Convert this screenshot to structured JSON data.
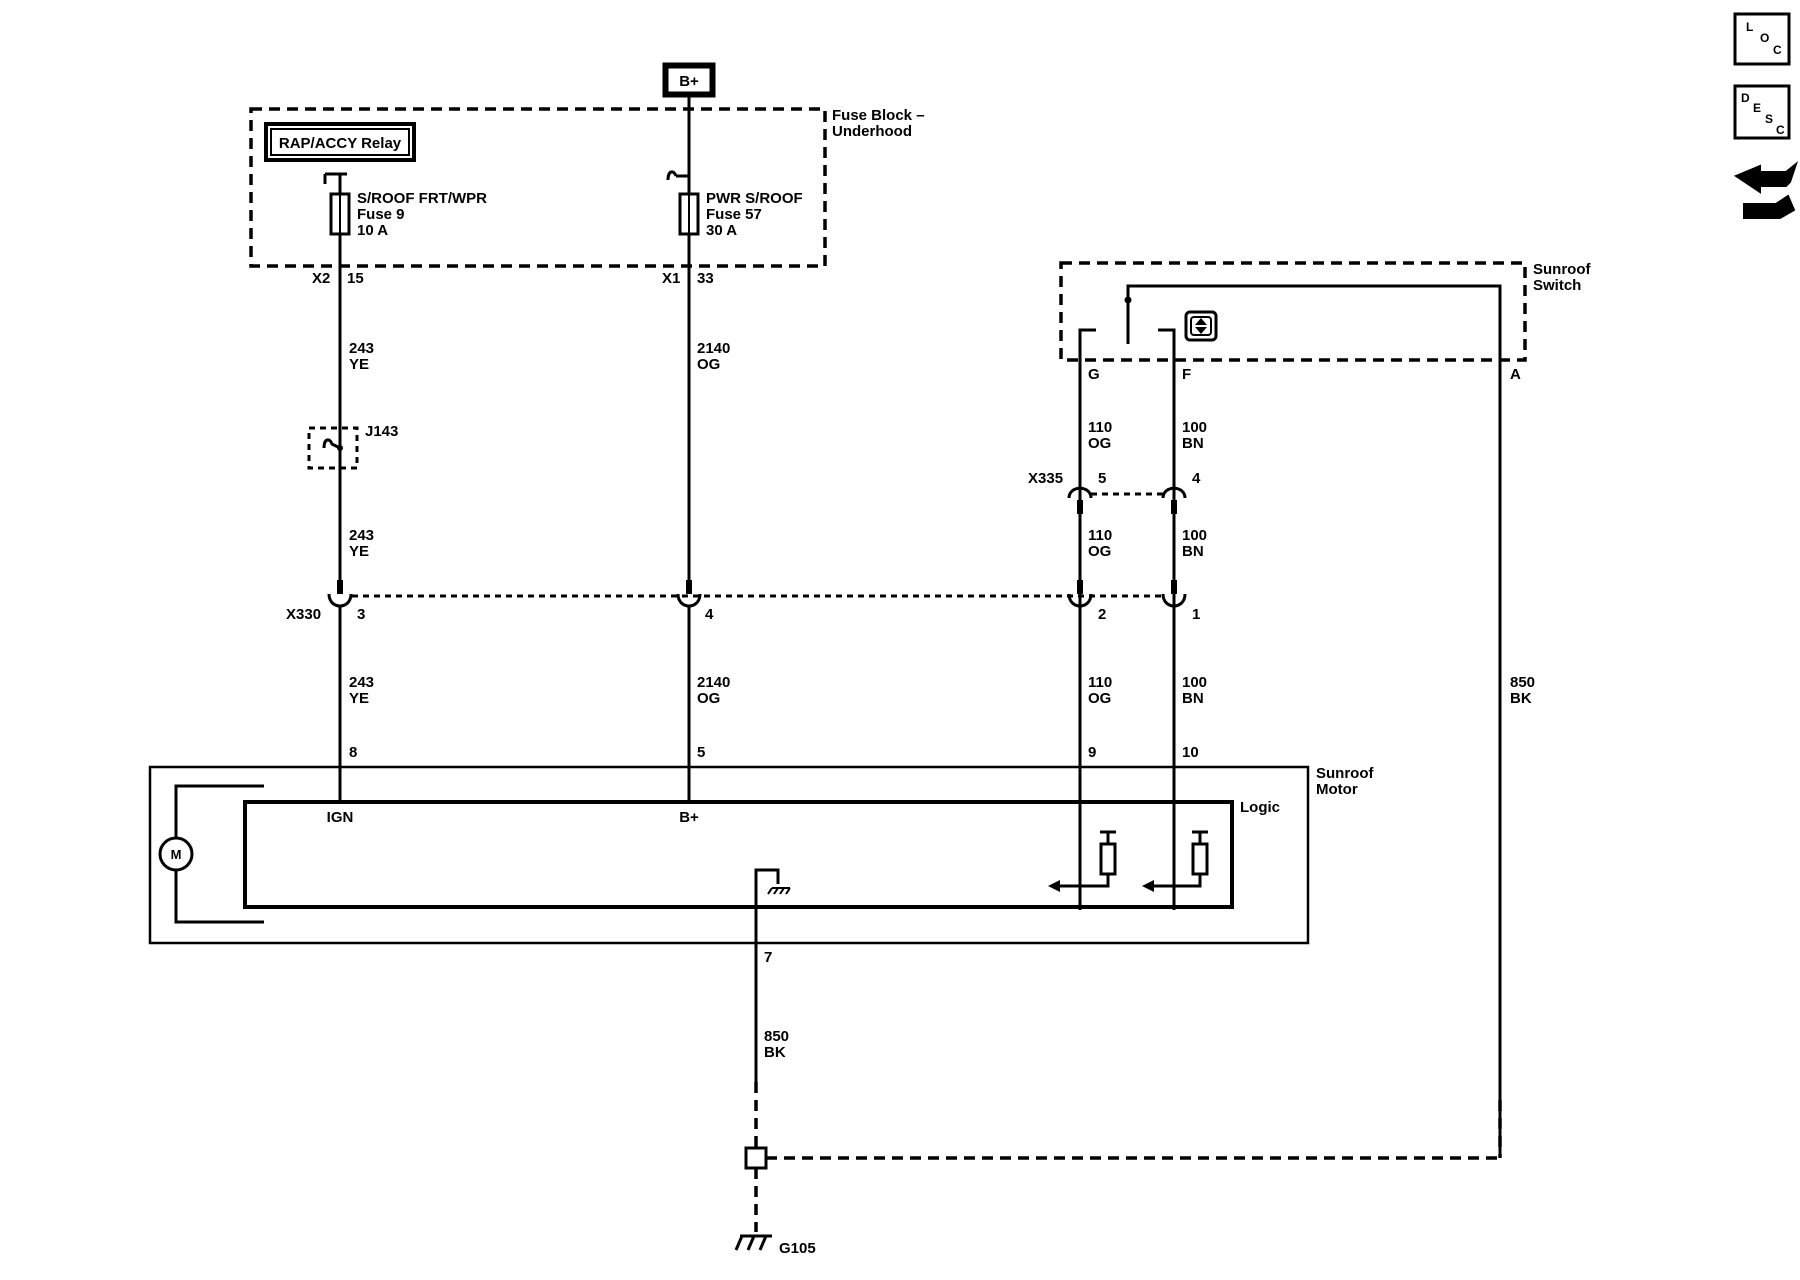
{
  "supply": {
    "battery": "B+"
  },
  "fuse_block": {
    "title_line1": "Fuse Block –",
    "title_line2": "Underhood",
    "relay": "RAP/ACCY Relay",
    "fuse1": {
      "name": "S/ROOF FRT/WPR",
      "number": "Fuse 9",
      "rating": "10 A",
      "connector": "X2",
      "pin": "15"
    },
    "fuse2": {
      "name": "PWR S/ROOF",
      "number": "Fuse 57",
      "rating": "30 A",
      "connector": "X1",
      "pin": "33"
    }
  },
  "wires": {
    "ign": {
      "circuit": "243",
      "color": "YE"
    },
    "bat": {
      "circuit": "2140",
      "color": "OG"
    },
    "sw_g": {
      "circuit": "110",
      "color": "OG"
    },
    "sw_f": {
      "circuit": "100",
      "color": "BN"
    },
    "gnd": {
      "circuit": "850",
      "color": "BK"
    }
  },
  "splice": {
    "label": "J143"
  },
  "connectors": {
    "x330": {
      "label": "X330",
      "pins": [
        "3",
        "4",
        "2",
        "1"
      ]
    },
    "x335": {
      "label": "X335",
      "pins": [
        "5",
        "4"
      ]
    }
  },
  "sunroof_switch": {
    "title_line1": "Sunroof",
    "title_line2": "Switch",
    "pin_g": "G",
    "pin_f": "F",
    "pin_a": "A"
  },
  "sunroof_motor": {
    "title_line1": "Sunroof",
    "title_line2": "Motor",
    "logic": "Logic",
    "motor": "M",
    "ign_label": "IGN",
    "bplus_label": "B+",
    "pins": {
      "ign": "8",
      "bat": "5",
      "g": "9",
      "f": "10",
      "gnd": "7"
    }
  },
  "ground": {
    "label": "G105"
  },
  "nav": {
    "loc": [
      "L",
      "O",
      "C"
    ],
    "desc": [
      "D",
      "E",
      "S",
      "C"
    ]
  }
}
